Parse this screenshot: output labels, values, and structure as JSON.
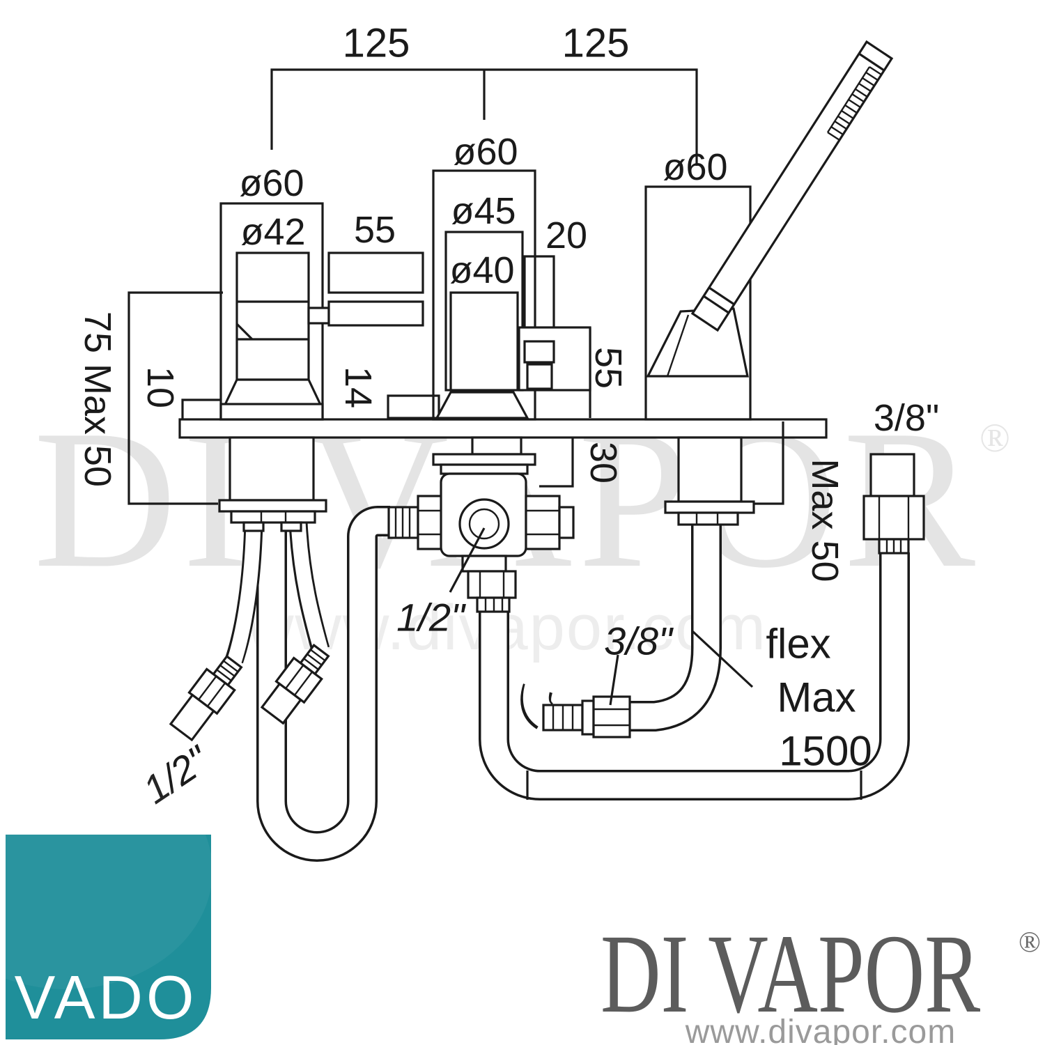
{
  "labels": {
    "dim_125_left": "125",
    "dim_125_right": "125",
    "dia60_left": "ø60",
    "dia60_mid": "ø60",
    "dia60_right": "ø60",
    "dia42": "ø42",
    "dia45": "ø45",
    "dia40": "ø40",
    "dim55_lever": "55",
    "dim20_spout": "20",
    "dim55_spout": "55",
    "dim75_max50": "75 Max 50",
    "dim10_deck": "10",
    "dim14": "14",
    "dim30": "30",
    "max50_right": "Max 50",
    "conn_12_tails": "1/2\"",
    "conn_12_diverter": "1/2\"",
    "conn_38_union": "3/8\"",
    "conn_38_supply": "3/8\"",
    "flex_word": "flex",
    "flex_max": "Max",
    "flex_len": "1500"
  },
  "watermark": {
    "brand": "DI VAPOR",
    "reg": "®",
    "url": "www.divapor.com"
  },
  "footer": {
    "brand": "DI VAPOR",
    "reg": "®",
    "url": "www.divapor.com"
  },
  "vado_logo": {
    "text": "VADO"
  },
  "colors": {
    "teal": "#1f8f9a",
    "line": "#1a1a1a",
    "watermark": "#e4e4e4",
    "watermark_url": "#ededed",
    "footer_brand": "#5c5c5c",
    "footer_url": "#9a9a9a"
  }
}
